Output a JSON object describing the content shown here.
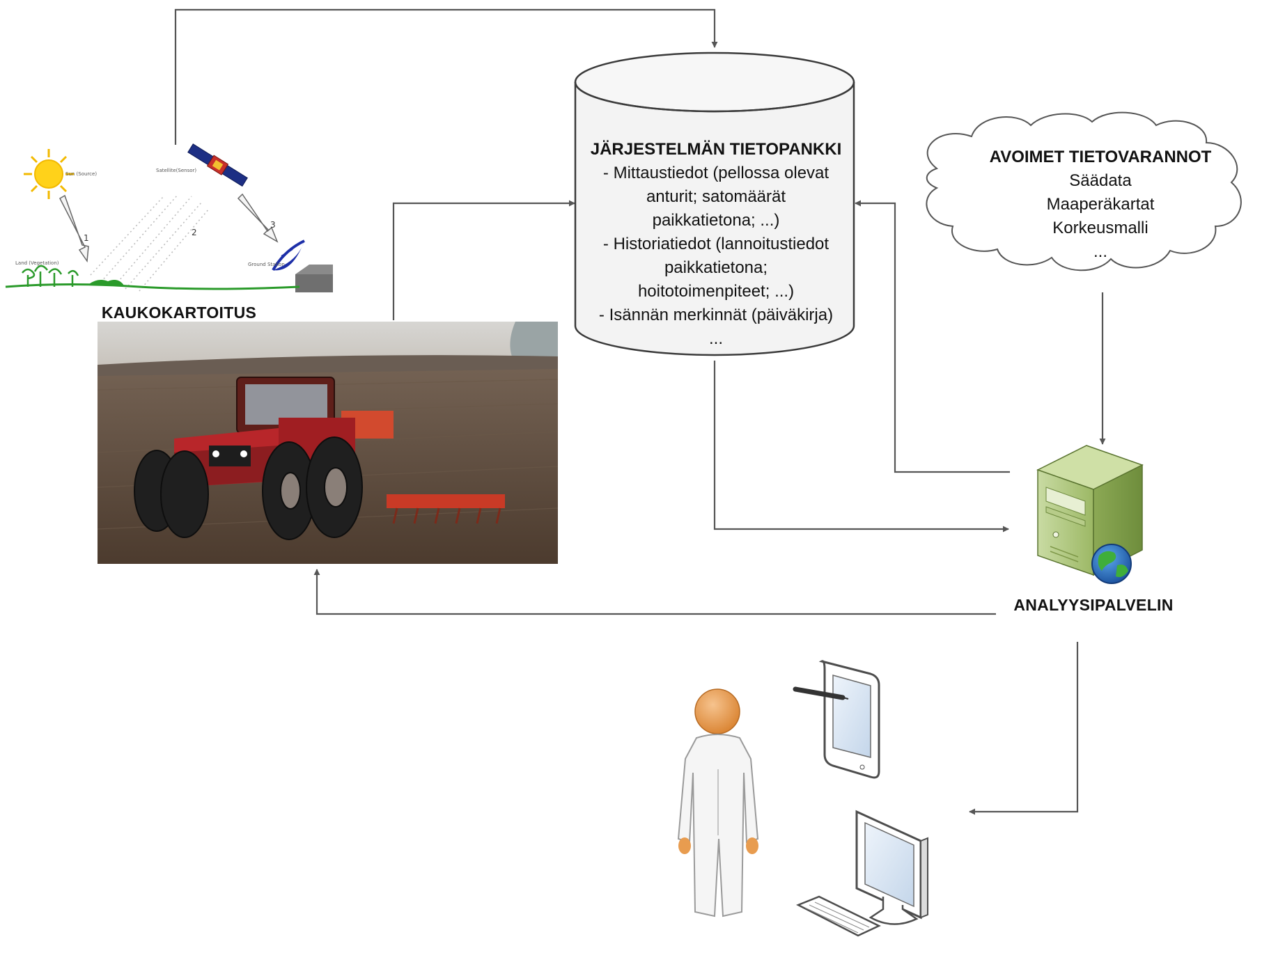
{
  "database": {
    "title": "JÄRJESTELMÄN TIETOPANKKI",
    "lines": [
      "- Mittaustiedot (pellossa olevat",
      "anturit; satomäärät",
      "paikkatietona; ...)",
      "- Historiatiedot (lannoitustiedot",
      "paikkatietona;",
      "hoitotoimenpiteet; ...)",
      "- Isännän merkinnät (päiväkirja)",
      "..."
    ]
  },
  "cloud": {
    "title": "AVOIMET TIETOVARANNOT",
    "lines": [
      "Säädata",
      "Maaperäkartat",
      "Korkeusmalli",
      "..."
    ]
  },
  "remote_sensing": {
    "label": "KAUKOKARTOITUS",
    "step_numbers": [
      "1",
      "2",
      "3"
    ]
  },
  "server": {
    "label": "ANALYYSIPALVELIN"
  },
  "icons": {
    "sun": "sun-icon",
    "satellite": "satellite-icon",
    "ground_station": "satellite-dish-icon",
    "tractor": "tractor-photo",
    "server": "server-icon",
    "globe": "globe-icon",
    "user": "person-icon",
    "tablet": "tablet-icon",
    "desktop": "desktop-computer-icon"
  },
  "colors": {
    "arrow": "#5a5a5a",
    "database_fill": "#f3f3f3",
    "server_green": "#a9c27a",
    "person_fill": "#f4f4f4",
    "person_head": "#e89c4f"
  }
}
